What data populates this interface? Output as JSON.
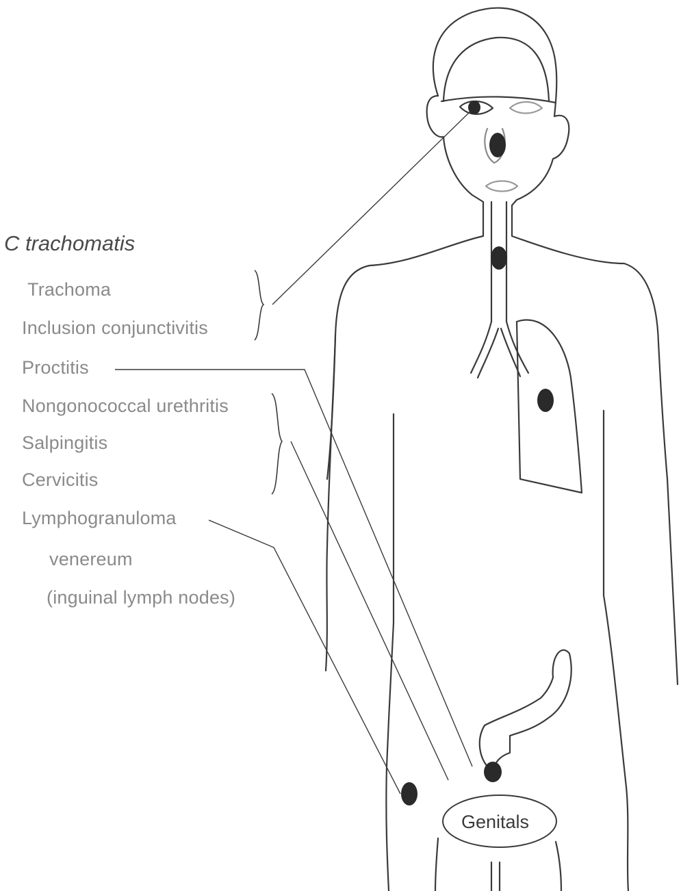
{
  "diagram": {
    "title": "C trachomatis",
    "conditions": [
      "Trachoma",
      "Inclusion conjunctivitis",
      "Proctitis",
      "Nongonococcal urethritis",
      "Salpingitis",
      "Cervicitis",
      "Lymphogranuloma",
      "venereum",
      "(inguinal lymph nodes)"
    ],
    "site_label": "Genitals"
  },
  "colors": {
    "outline": "#3a3a3a",
    "label_text": "#8a8a8a",
    "infection_spot": "#2a2a2a"
  }
}
